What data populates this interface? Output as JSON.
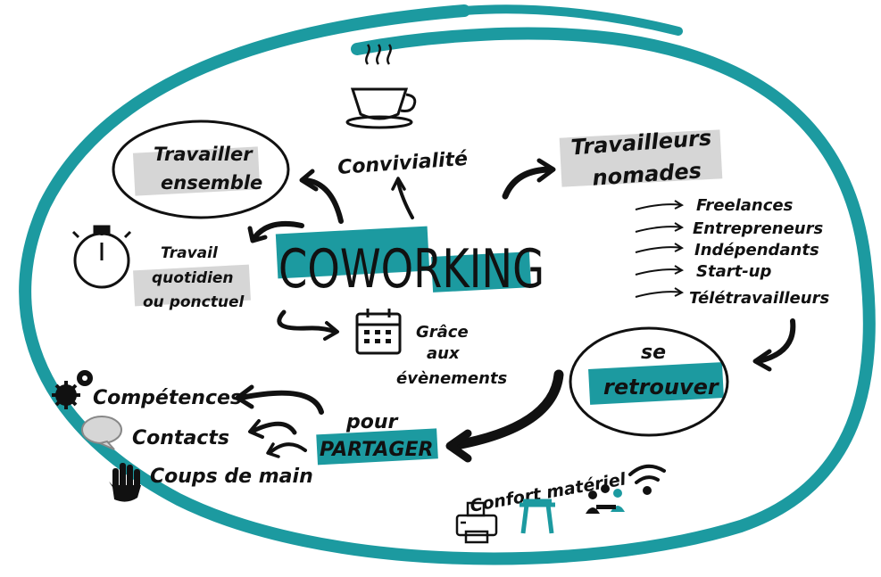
{
  "colors": {
    "teal": "#1c9aa0",
    "highlight_grey": "#d6d6d6",
    "ink": "#111111"
  },
  "center": {
    "title": "COWORKING"
  },
  "top": {
    "conviviality": "Convivialité",
    "icon": "coffee-cup-icon"
  },
  "left": {
    "work_together": [
      "Travailler",
      "ensemble"
    ],
    "daily_work": [
      "Travail",
      "quotidien",
      "ou ponctuel"
    ],
    "daily_icon": "stopwatch-icon",
    "events": [
      "Grâce",
      "aux",
      "évènements"
    ],
    "events_icon": "calendar-icon"
  },
  "right": {
    "nomads": [
      "Travailleurs",
      "nomades"
    ],
    "nomad_types": [
      "Freelances",
      "Entrepreneurs",
      "Indépendants",
      "Start-up",
      "Télétravailleurs"
    ],
    "meet": [
      "se",
      "retrouver"
    ]
  },
  "bottom": {
    "share": [
      "pour",
      "PARTAGER"
    ],
    "benefits": [
      {
        "label": "Compétences",
        "icon": "gears-icon"
      },
      {
        "label": "Contacts",
        "icon": "speech-bubble-icon"
      },
      {
        "label": "Coups de main",
        "icon": "hand-icon"
      }
    ],
    "comfort": "Confort matériel",
    "comfort_icons": [
      "printer-icon",
      "desk-icon",
      "meeting-icon",
      "wifi-icon"
    ]
  }
}
